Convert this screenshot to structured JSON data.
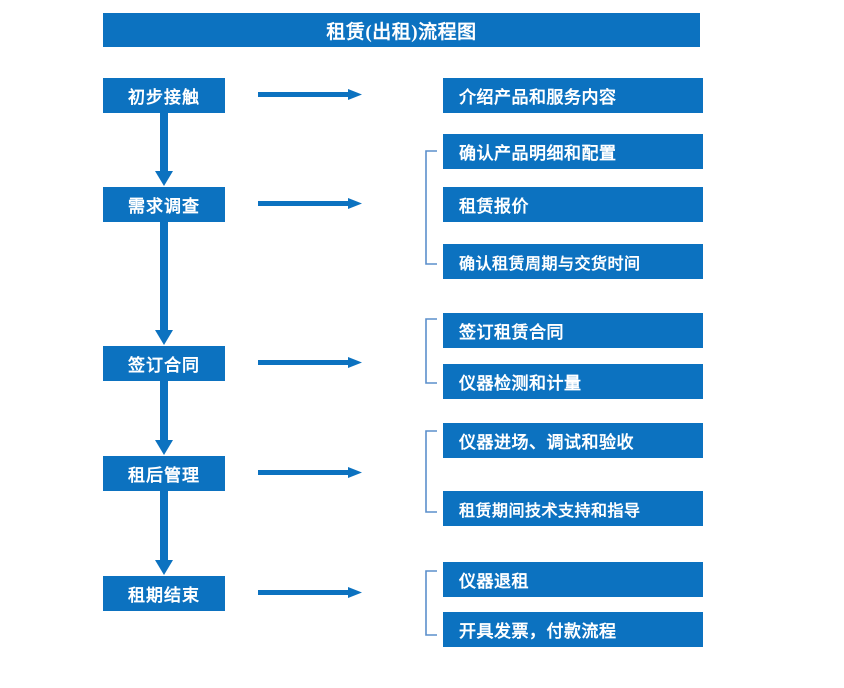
{
  "title": "租赁(出租)流程图",
  "colors": {
    "primary_blue": "#0C72C0",
    "arrow_blue": "#0C72C0",
    "bracket_blue": "#5B8FCB",
    "box_text": "#FFFFFF",
    "background": "#FFFFFF"
  },
  "stages": [
    {
      "label": "初步接触"
    },
    {
      "label": "需求调查"
    },
    {
      "label": "签订合同"
    },
    {
      "label": "租后管理"
    },
    {
      "label": "租期结束"
    }
  ],
  "details": [
    {
      "label": "介绍产品和服务内容"
    },
    {
      "label": "确认产品明细和配置"
    },
    {
      "label": "租赁报价"
    },
    {
      "label": "确认租赁周期与交货时间"
    },
    {
      "label": "签订租赁合同"
    },
    {
      "label": "仪器检测和计量"
    },
    {
      "label": "仪器进场、调试和验收"
    },
    {
      "label": "租赁期间技术支持和指导"
    },
    {
      "label": "仪器退租"
    },
    {
      "label": "开具发票，付款流程"
    }
  ],
  "icons": {
    "arrow_right": "arrow-right-icon",
    "arrow_down": "arrow-down-icon",
    "bracket": "group-bracket-icon"
  }
}
